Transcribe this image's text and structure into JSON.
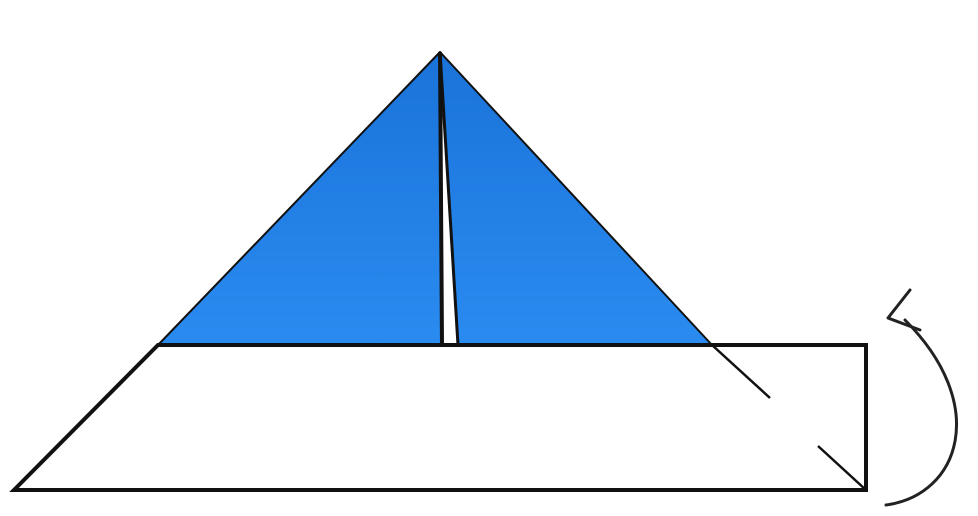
{
  "diagram": {
    "kind": "origami-fold-step",
    "colors": {
      "paper_front": "#1a73d9",
      "paper_front_light": "#2a8bf0",
      "paper_back": "#ffffff",
      "line": "#111111",
      "arrow": "#222222"
    },
    "elements": [
      {
        "name": "folded-blue-triangle-left",
        "shape": "triangle",
        "fill": "blue"
      },
      {
        "name": "folded-blue-triangle-right",
        "shape": "triangle",
        "fill": "blue"
      },
      {
        "name": "center-fold-line",
        "shape": "line",
        "style": "solid"
      },
      {
        "name": "bottom-flap",
        "shape": "trapezoid",
        "fill": "white"
      },
      {
        "name": "hidden-edge-dashed-line",
        "shape": "line",
        "style": "dashed"
      },
      {
        "name": "fold-up-arrow",
        "shape": "curved-arrow",
        "direction": "up"
      }
    ]
  }
}
